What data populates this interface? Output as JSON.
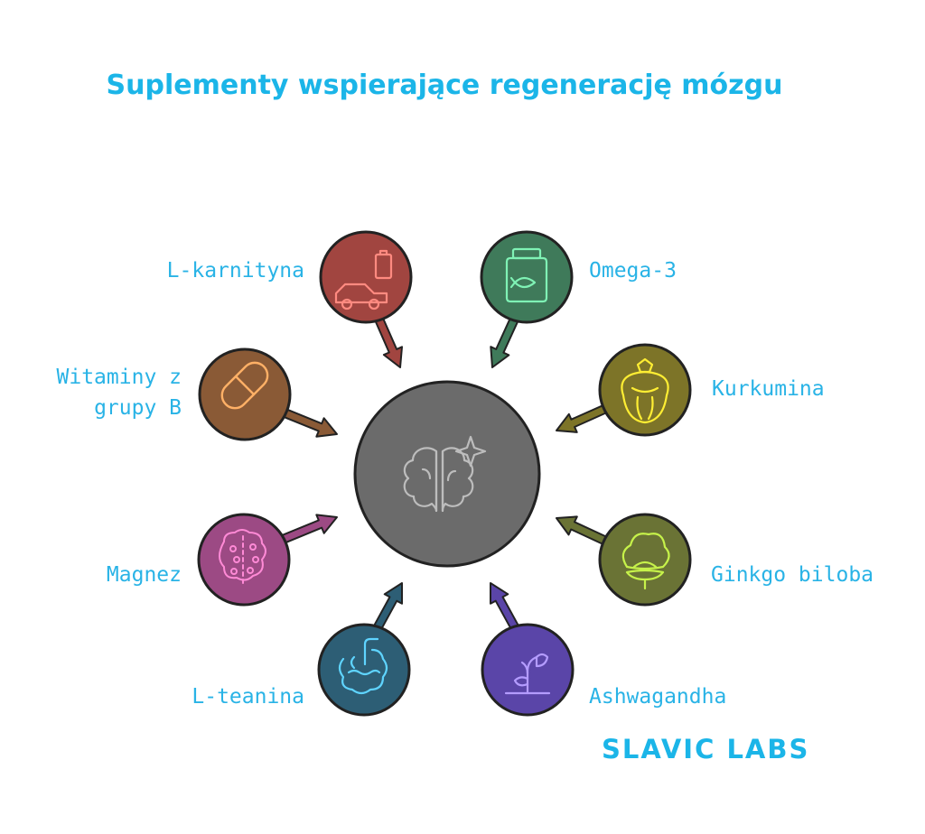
{
  "title": "Suplementy wspierające regenerację mózgu",
  "center": {
    "icon": "brain-sparkle-icon",
    "color": "#6b6b6b"
  },
  "supplements": [
    {
      "id": "l-karnityna",
      "label": "L-karnityna",
      "icon": "car-battery-icon",
      "color": "#a14540",
      "stroke": "#ff8a80",
      "side": "left"
    },
    {
      "id": "omega-3",
      "label": "Omega-3",
      "icon": "fish-oil-jar-icon",
      "color": "#3f7a5a",
      "stroke": "#7ff2b5",
      "side": "right"
    },
    {
      "id": "witaminy-b",
      "label": "Witaminy z\ngrupy B",
      "icon": "capsule-icon",
      "color": "#8a5a36",
      "stroke": "#ffb066",
      "side": "left"
    },
    {
      "id": "kurkumina",
      "label": "Kurkumina",
      "icon": "turmeric-root-icon",
      "color": "#7d7428",
      "stroke": "#ffee33",
      "side": "right"
    },
    {
      "id": "magnez",
      "label": "Magnez",
      "icon": "cells-icon",
      "color": "#9c4a84",
      "stroke": "#ff8ad6",
      "side": "left"
    },
    {
      "id": "ginkgo-biloba",
      "label": "Ginkgo biloba",
      "icon": "ginkgo-leaf-icon",
      "color": "#6a7335",
      "stroke": "#c6f24a",
      "side": "right"
    },
    {
      "id": "l-teanina",
      "label": "L-teanina",
      "icon": "brain-wave-icon",
      "color": "#2d5e75",
      "stroke": "#5fd4ff",
      "side": "left"
    },
    {
      "id": "ashwagandha",
      "label": "Ashwagandha",
      "icon": "wilted-plant-icon",
      "color": "#5a45a8",
      "stroke": "#b49cff",
      "side": "right"
    }
  ],
  "brand": "SLAVIC LABS"
}
